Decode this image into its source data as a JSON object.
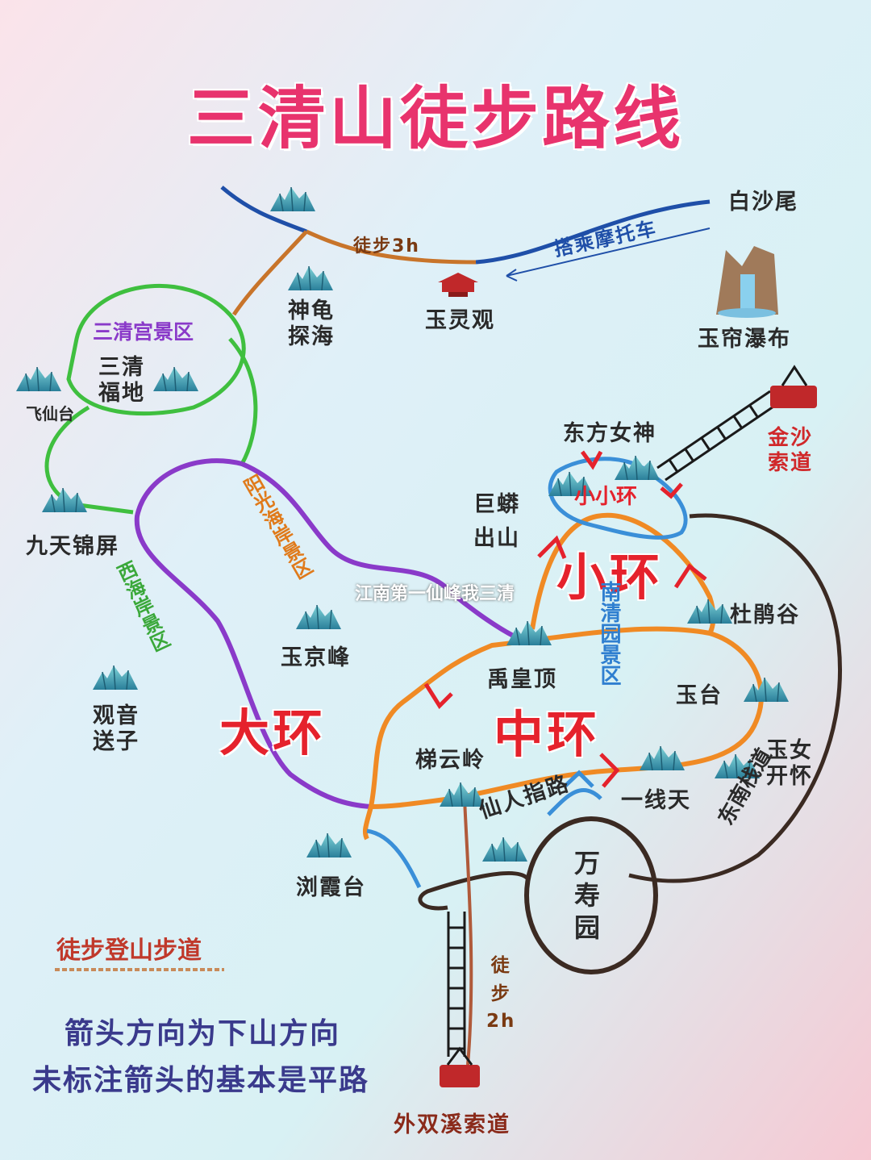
{
  "title": "三清山徒步路线",
  "colors": {
    "title": "#e8336d",
    "loop_big": "#8a3ac9",
    "loop_mid": "#f08a24",
    "loop_small_blue": "#3a8fd8",
    "loop_outer_brown": "#3b2a22",
    "loop_green": "#3fbf3f",
    "big_label_red": "#e5222c"
  },
  "places": {
    "baishawei": "白沙尾",
    "yulingguan": "玉灵观",
    "yulian_pubu": "玉帘瀑布",
    "shengui_tanhai": [
      "神龟",
      "探海"
    ],
    "sanqing_fudi": [
      "三清",
      "福地"
    ],
    "feixiantai": "飞仙台",
    "jiutian_jinping": "九天锦屏",
    "dongfang_nvshen": "东方女神",
    "jumang_chushan": [
      "巨蟒",
      "出山"
    ],
    "dujuangu": "杜鹃谷",
    "yujingfeng": "玉京峰",
    "yuhuangding": "禹皇顶",
    "yutai": "玉台",
    "guanyin_songzi": [
      "观音",
      "送子"
    ],
    "tiyunling": "梯云岭",
    "yuxiantian": "一线天",
    "yunv_kaihuai": [
      "玉女",
      "开怀"
    ],
    "xianren_zhilu": "仙人指路",
    "liuxiatai": "浏霞台",
    "wanshouyuan": [
      "万",
      "寿",
      "园"
    ]
  },
  "zones": {
    "sanqinggong": "三清宫景区",
    "xihaian": "西海岸景区",
    "yangguang_haian": "阳光海岸景区",
    "nanqingyuan": "南清园景区",
    "dongnan_zhandao": "东南栈道",
    "overlay_text": "江南第一仙峰我三清"
  },
  "loops": {
    "big": "大环",
    "middle": "中环",
    "small": "小环",
    "tiny": "小小环"
  },
  "routes": {
    "walk_3h": "徒步3h",
    "motorbike": "搭乘摩托车",
    "walk_2h": [
      "徒",
      "步",
      "2h"
    ],
    "jinsha_cableway": [
      "金沙",
      "索道"
    ],
    "waishuangxi_cableway": "外双溪索道"
  },
  "legend": {
    "label": "徒步登山步道"
  },
  "notes": [
    "箭头方向为下山方向",
    "未标注箭头的基本是平路"
  ]
}
